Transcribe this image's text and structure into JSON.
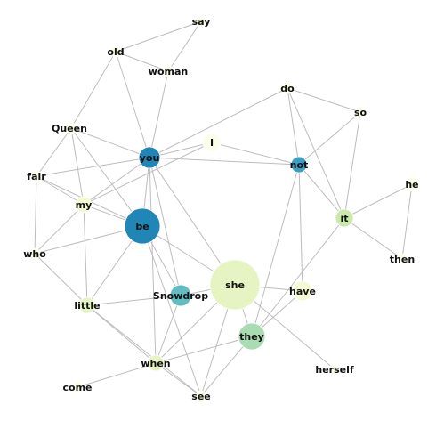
{
  "graph": {
    "colors": {
      "c1": "#fbfde9",
      "c2": "#f4f9d4",
      "c3": "#e6f3c3",
      "c4": "#cbe9ab",
      "c5": "#a9dcb2",
      "c6": "#86d0b8",
      "c7": "#62bdc3",
      "c8": "#3b9fc5",
      "c9": "#1f86b6"
    },
    "nodes": [
      {
        "id": "say",
        "label": "say",
        "color": "c1",
        "weight": 1
      },
      {
        "id": "old",
        "label": "old",
        "color": "c1",
        "weight": 1
      },
      {
        "id": "woman",
        "label": "woman",
        "color": "c1",
        "weight": 1
      },
      {
        "id": "do",
        "label": "do",
        "color": "c1",
        "weight": 1
      },
      {
        "id": "so",
        "label": "so",
        "color": "c1",
        "weight": 1
      },
      {
        "id": "Queen",
        "label": "Queen",
        "color": "c1",
        "weight": 1
      },
      {
        "id": "I",
        "label": "I",
        "color": "c1",
        "weight": 1.3
      },
      {
        "id": "you",
        "label": "you",
        "color": "c9",
        "weight": 2.1
      },
      {
        "id": "not",
        "label": "not",
        "color": "c8",
        "weight": 1.4
      },
      {
        "id": "he",
        "label": "he",
        "color": "c1",
        "weight": 1
      },
      {
        "id": "fair",
        "label": "fair",
        "color": "c1",
        "weight": 1
      },
      {
        "id": "my",
        "label": "my",
        "color": "c2",
        "weight": 1.3
      },
      {
        "id": "be",
        "label": "be",
        "color": "c9",
        "weight": 3.6
      },
      {
        "id": "it",
        "label": "it",
        "color": "c4",
        "weight": 1.8
      },
      {
        "id": "who",
        "label": "who",
        "color": "c1",
        "weight": 1
      },
      {
        "id": "then",
        "label": "then",
        "color": "c1",
        "weight": 1
      },
      {
        "id": "she",
        "label": "she",
        "color": "c3",
        "weight": 5.2
      },
      {
        "id": "have",
        "label": "have",
        "color": "c2",
        "weight": 1.5
      },
      {
        "id": "little",
        "label": "little",
        "color": "c3",
        "weight": 1.3
      },
      {
        "id": "Snowdrop",
        "label": "Snowdrop",
        "color": "c7",
        "weight": 2.1
      },
      {
        "id": "they",
        "label": "they",
        "color": "c5",
        "weight": 2.7
      },
      {
        "id": "when",
        "label": "when",
        "color": "c3",
        "weight": 1.3
      },
      {
        "id": "herself",
        "label": "herself",
        "color": "c1",
        "weight": 1
      },
      {
        "id": "come",
        "label": "come",
        "color": "c1",
        "weight": 1
      },
      {
        "id": "see",
        "label": "see",
        "color": "c1",
        "weight": 1
      }
    ],
    "edges": [
      [
        "say",
        "old"
      ],
      [
        "say",
        "woman"
      ],
      [
        "old",
        "woman"
      ],
      [
        "old",
        "you"
      ],
      [
        "old",
        "Queen"
      ],
      [
        "woman",
        "you"
      ],
      [
        "do",
        "so"
      ],
      [
        "do",
        "not"
      ],
      [
        "do",
        "you"
      ],
      [
        "do",
        "it"
      ],
      [
        "so",
        "not"
      ],
      [
        "so",
        "it"
      ],
      [
        "Queen",
        "you"
      ],
      [
        "Queen",
        "fair"
      ],
      [
        "Queen",
        "my"
      ],
      [
        "Queen",
        "be"
      ],
      [
        "I",
        "you"
      ],
      [
        "I",
        "my"
      ],
      [
        "you",
        "not"
      ],
      [
        "you",
        "fair"
      ],
      [
        "you",
        "my"
      ],
      [
        "you",
        "be"
      ],
      [
        "you",
        "Snowdrop"
      ],
      [
        "you",
        "when"
      ],
      [
        "not",
        "I"
      ],
      [
        "not",
        "it"
      ],
      [
        "not",
        "have"
      ],
      [
        "not",
        "they"
      ],
      [
        "he",
        "it"
      ],
      [
        "he",
        "then"
      ],
      [
        "it",
        "then"
      ],
      [
        "it",
        "they"
      ],
      [
        "fair",
        "my"
      ],
      [
        "fair",
        "be"
      ],
      [
        "fair",
        "who"
      ],
      [
        "my",
        "be"
      ],
      [
        "my",
        "who"
      ],
      [
        "my",
        "little"
      ],
      [
        "be",
        "who"
      ],
      [
        "be",
        "little"
      ],
      [
        "be",
        "Snowdrop"
      ],
      [
        "be",
        "she"
      ],
      [
        "be",
        "see"
      ],
      [
        "little",
        "Snowdrop"
      ],
      [
        "little",
        "when"
      ],
      [
        "little",
        "see"
      ],
      [
        "Snowdrop",
        "she"
      ],
      [
        "Snowdrop",
        "when"
      ],
      [
        "she",
        "have"
      ],
      [
        "she",
        "they"
      ],
      [
        "she",
        "herself"
      ],
      [
        "she",
        "when"
      ],
      [
        "she",
        "see"
      ],
      [
        "have",
        "they"
      ],
      [
        "they",
        "when"
      ],
      [
        "they",
        "see"
      ],
      [
        "when",
        "come"
      ],
      [
        "when",
        "see"
      ],
      [
        "who",
        "little"
      ],
      [
        "you",
        "she"
      ]
    ]
  }
}
